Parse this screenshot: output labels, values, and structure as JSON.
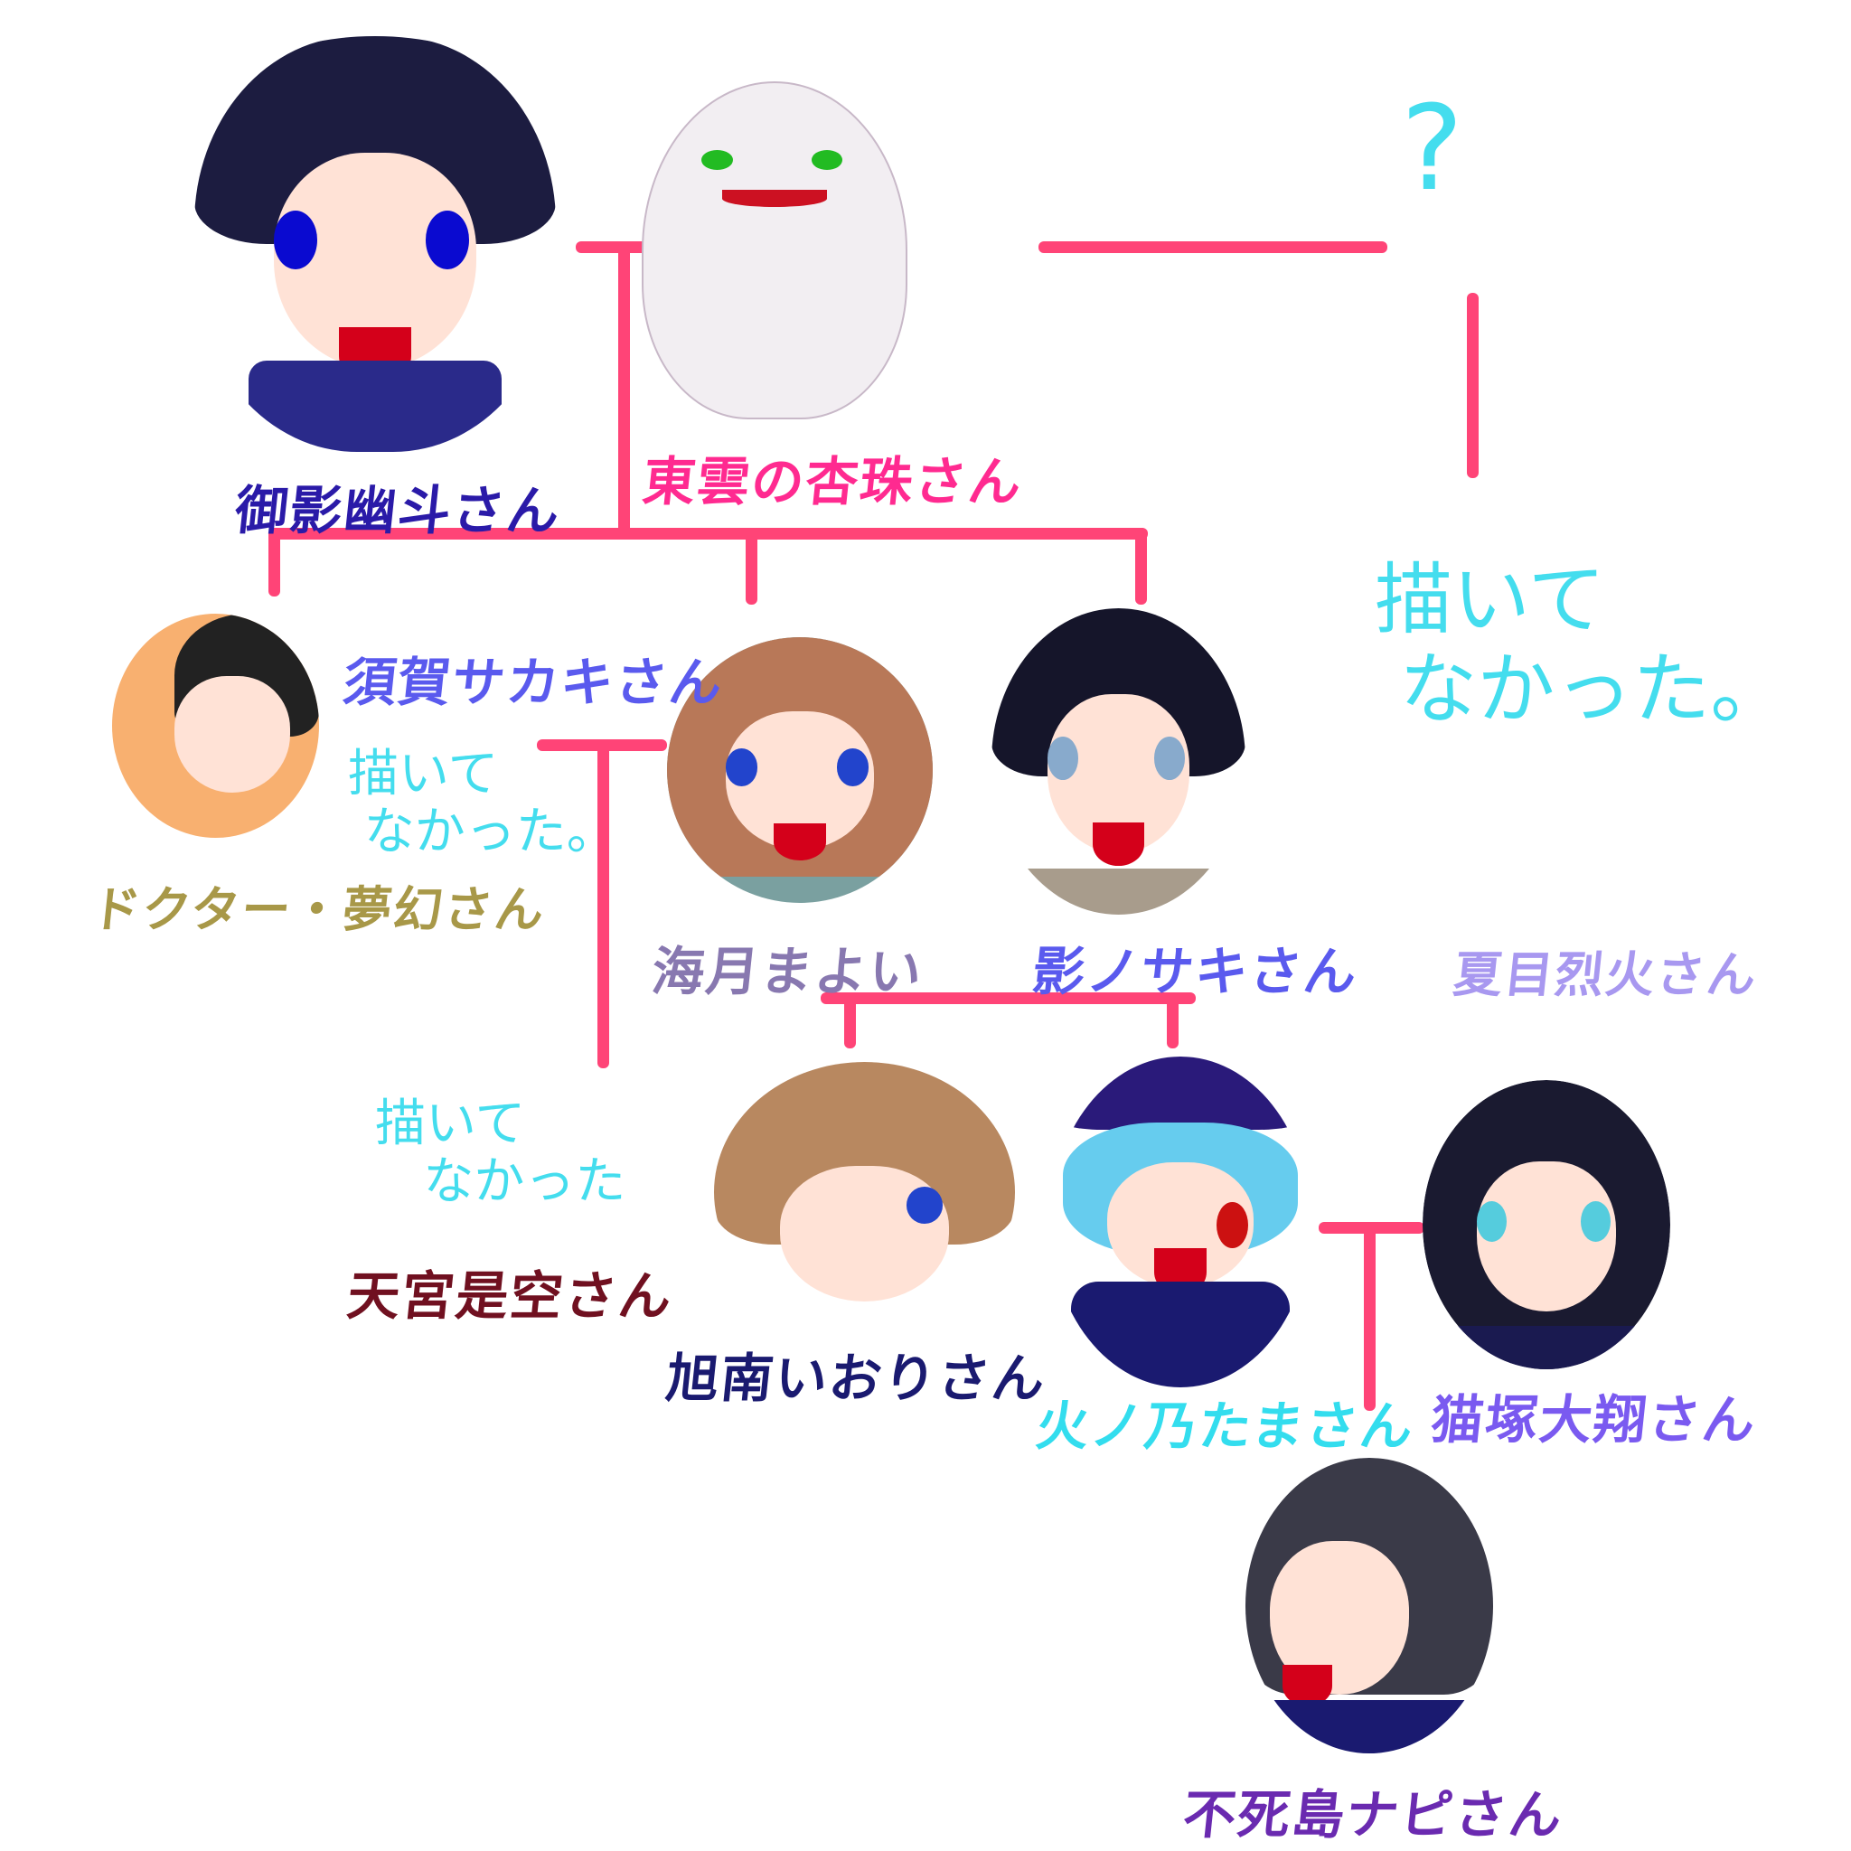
{
  "colors": {
    "line": "#ff4477",
    "note": "#44ddee"
  },
  "people": {
    "mikage": {
      "name": "御影幽斗さん",
      "color": "#2a1aa8"
    },
    "shinonome": {
      "name": "東雲の杏珠さん",
      "color": "#ff2a90"
    },
    "suga": {
      "name": "須賀サカキさん",
      "color": "#5a5aee"
    },
    "doctor": {
      "name": "ドクター・夢幻さん",
      "color": "#a89848"
    },
    "kurage": {
      "name": "海月まよい",
      "color": "#8878b0"
    },
    "kagenosaki": {
      "name": "影ノサキさん",
      "color": "#5a5aee"
    },
    "natsume": {
      "name": "夏目烈火さん",
      "color": "#a898f0"
    },
    "amamiya": {
      "name": "天宮是空さん",
      "color": "#701020"
    },
    "kyokunan": {
      "name": "旭南いおりさん",
      "color": "#1a1a70"
    },
    "hinono": {
      "name": "火ノ乃たまさん",
      "color": "#33ddee"
    },
    "nekozuka": {
      "name": "猫塚大翔さん",
      "color": "#7a5af0"
    },
    "fushijima": {
      "name": "不死島ナピさん",
      "color": "#6a2ab0"
    }
  },
  "notes": {
    "unknown": "?",
    "not_drawn_big": "描いて\n なかった。",
    "not_drawn_suga": "描いて\n なかった。",
    "not_drawn_amamiya": "描いて\n   なかった"
  }
}
